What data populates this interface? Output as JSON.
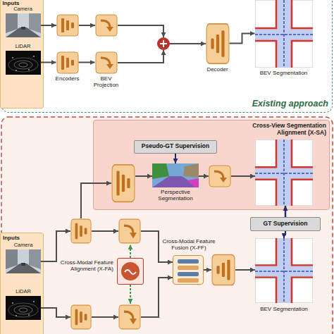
{
  "diagram": {
    "nodes": [
      {
        "text": [
          "Existing approach"
        ]
      },
      {
        "text": [
          "Inputs"
        ],
        "in": 0
      },
      {
        "text": [
          "Camera"
        ],
        "in": 1
      },
      {
        "text": [
          "LiDAR"
        ],
        "in": 1
      },
      {
        "text": [
          "Encoders"
        ],
        "in": 0
      },
      {
        "text": [
          "BEV Projection"
        ],
        "in": 0
      },
      {
        "text": [
          "Decoder"
        ],
        "in": 0
      },
      {
        "text": [
          "BEV Segmentation"
        ],
        "in": 0
      },
      {
        "text": [
          "Cross-View Segmentation Alignment (X-SA)"
        ]
      },
      {
        "text": [
          "Pseudo-GT Supervision"
        ],
        "in": 8
      },
      {
        "text": [
          "Perspective Segmentation"
        ],
        "in": 8
      },
      {
        "text": [
          "GT Supervision"
        ]
      },
      {
        "text": [
          "Inputs"
        ]
      },
      {
        "text": [
          "Camera"
        ],
        "in": 12
      },
      {
        "text": [
          "LiDAR"
        ],
        "in": 12
      },
      {
        "text": [
          "Cross-Modal Feature Alignment (X-FA)"
        ]
      },
      {
        "text": [
          "Cross-Modal Feature Fusion (X-FF)"
        ]
      },
      {
        "text": [
          "BEV Segmentation"
        ]
      }
    ],
    "edges": [
      {
        "from": 3,
        "to": 4,
        "arrow": "to"
      },
      {
        "from": 4,
        "to": 5,
        "arrow": "to"
      },
      {
        "from": 6,
        "to": 7,
        "arrow": "to"
      },
      {
        "from": 9,
        "to": 10,
        "arrow": "to"
      },
      {
        "from": 11,
        "to": 17,
        "arrow": "to"
      }
    ]
  }
}
